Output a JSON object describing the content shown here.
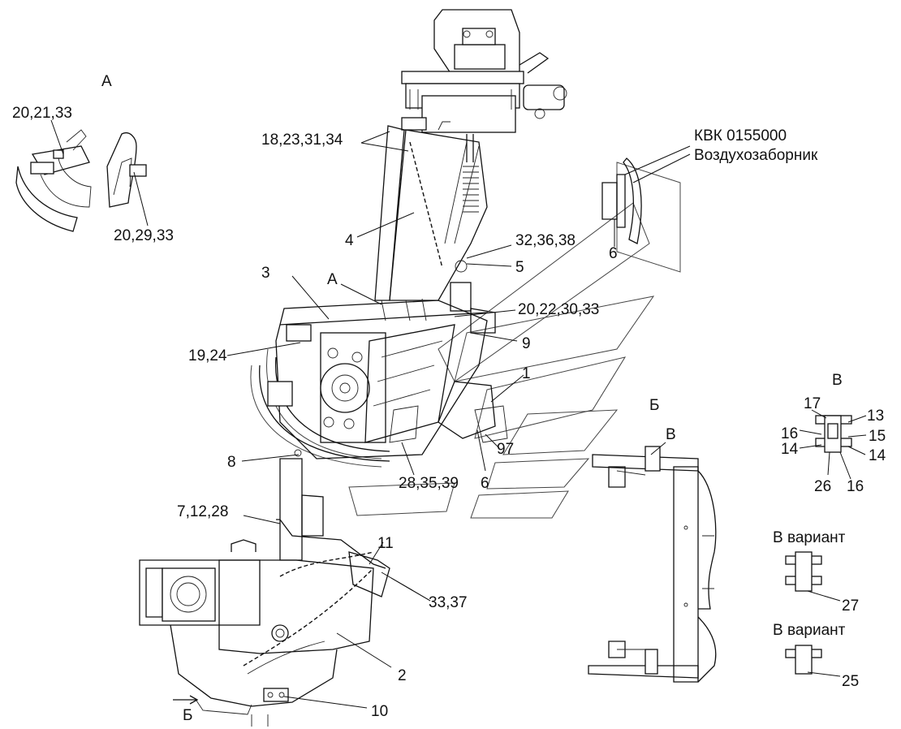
{
  "labels": {
    "A_view": "А",
    "A_marker": "А",
    "B_view": "Б",
    "B_arrow": "Б",
    "V_view": "В",
    "V_marker": "В",
    "V_variant_1": "В вариант",
    "V_variant_2": "В вариант",
    "part_name_code": "КВК 0155000",
    "part_name_text": "Воздухозаборник"
  },
  "callouts": {
    "c_20_21_33": "20,21,33",
    "c_20_29_33": "20,29,33",
    "c_18_23_31_34": "18,23,31,34",
    "c_4": "4",
    "c_32_36_38": "32,36,38",
    "c_5": "5",
    "c_3": "3",
    "c_20_22_30_33": "20,22,30,33",
    "c_9": "9",
    "c_19_24": "19,24",
    "c_1": "1",
    "c_97": "97",
    "c_8": "8",
    "c_28_35_39": "28,35,39",
    "c_6_main": "6",
    "c_6_side": "6",
    "c_7_12_28": "7,12,28",
    "c_11": "11",
    "c_33_37": "33,37",
    "c_2": "2",
    "c_10": "10",
    "c_17": "17",
    "c_13": "13",
    "c_16_a": "16",
    "c_15": "15",
    "c_14_a": "14",
    "c_14_b": "14",
    "c_26": "26",
    "c_16_b": "16",
    "c_27": "27",
    "c_25": "25"
  },
  "colors": {
    "line": "#111111",
    "background": "#ffffff"
  }
}
